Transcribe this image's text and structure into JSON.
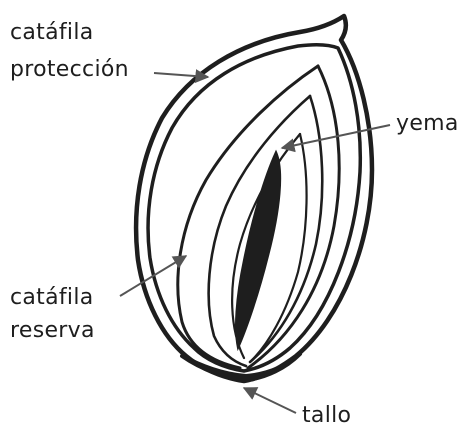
{
  "diagram": {
    "labels": {
      "cataphyll_protection_line1": "catáfila",
      "cataphyll_protection_line2": "protección",
      "bud": "yema",
      "cataphyll_reserve_line1": "catáfila",
      "cataphyll_reserve_line2": "reserva",
      "stem": "tallo"
    },
    "colors": {
      "ink": "#1e1e1e",
      "arrow": "#555555",
      "background": "#ffffff"
    }
  }
}
